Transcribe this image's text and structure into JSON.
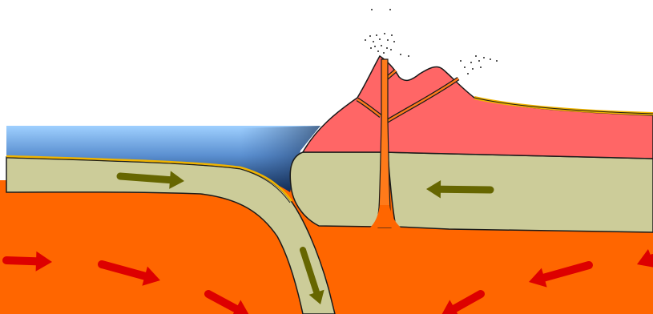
{
  "diagram": {
    "kind": "subduction-zone-volcano-cross-section",
    "colors": {
      "sky": "#ffffff",
      "ocean_top": "#9fd0ff",
      "ocean_bottom": "#0f2a52",
      "mantle": "#ff6600",
      "lithosphere": "#cccc99",
      "volcanic_crust": "#ff6666",
      "outline": "#1a1a1a",
      "sediment": "#f0b400",
      "magma": "#ff7a1a",
      "arrow_lithosphere": "#666600",
      "arrow_mantle": "#dd0000",
      "ash": "#222222"
    },
    "arrows": {
      "lithosphere": [
        {
          "name": "oceanic-plate-motion-arrow",
          "direction": "right"
        },
        {
          "name": "continental-plate-motion-arrow",
          "direction": "left"
        },
        {
          "name": "subducting-slab-motion-arrow",
          "direction": "down"
        }
      ],
      "mantle": [
        {
          "name": "mantle-flow-arrow-1",
          "direction": "right"
        },
        {
          "name": "mantle-flow-arrow-2",
          "direction": "right-down"
        },
        {
          "name": "mantle-flow-arrow-3",
          "direction": "down-right"
        },
        {
          "name": "mantle-flow-arrow-4",
          "direction": "down-left"
        },
        {
          "name": "mantle-flow-arrow-5",
          "direction": "left-down"
        },
        {
          "name": "mantle-flow-arrow-6",
          "direction": "left"
        }
      ]
    }
  }
}
